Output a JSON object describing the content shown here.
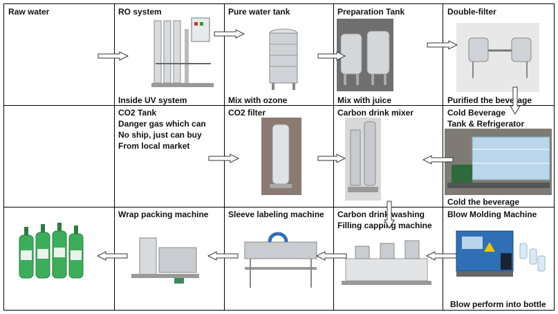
{
  "cells": {
    "raw_water": "Raw water",
    "ro_system": "RO system",
    "ro_caption": "Inside UV system",
    "pure_tank": "Pure water tank",
    "pure_caption": "Mix with ozone",
    "prep_tank": "Preparation Tank",
    "prep_caption": "Mix with juice",
    "double_filter": "Double-filter",
    "double_caption": "Purified the beverage",
    "co2_tank": "CO2 Tank",
    "co2_line1": "Danger gas which can",
    "co2_line2": "No ship, just can buy",
    "co2_line3": "From local market",
    "co2_filter": "CO2 filter",
    "carbon_mixer": "Carbon drink mixer",
    "cold_line1": "Cold Beverage",
    "cold_line2": "Tank & Refrigerator",
    "cold_caption": "Cold the beverage",
    "wrap": "Wrap packing machine",
    "sleeve": "Sleeve labeling machine",
    "filling_line1": "Carbon drink washing",
    "filling_line2": "Filling capping machine",
    "blow": "Blow Molding Machine",
    "blow_caption": "Blow perform into bottle"
  },
  "colors": {
    "steel": "#c9ccd0",
    "bottle_green": "#3cae5a",
    "machine_blue": "#2e6fb6"
  }
}
